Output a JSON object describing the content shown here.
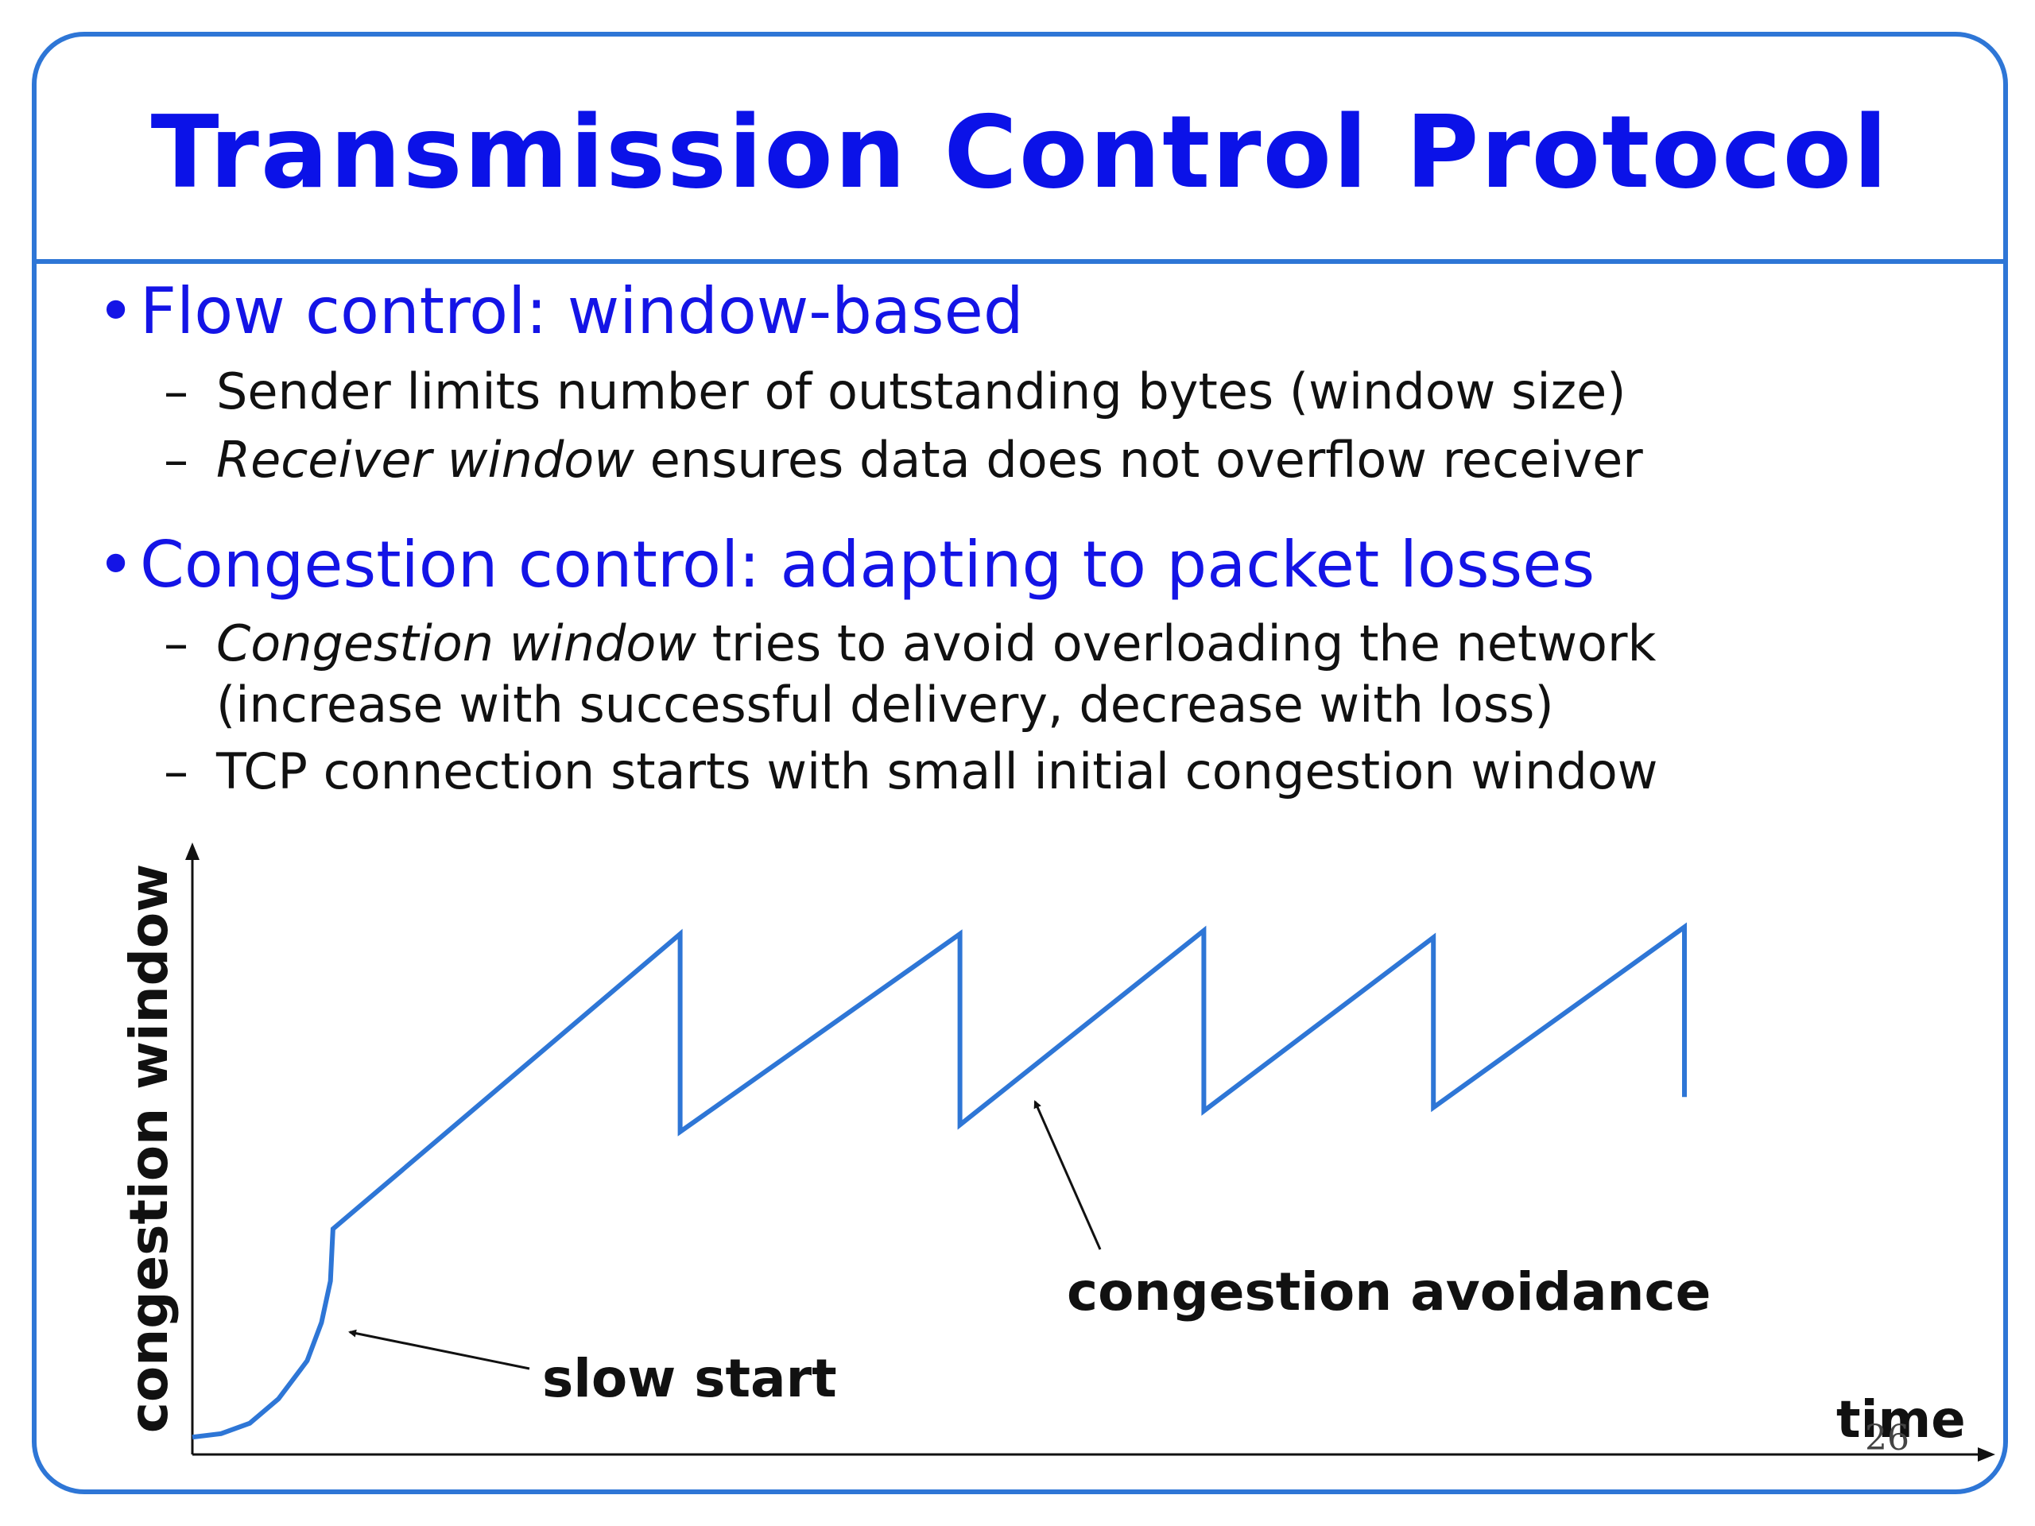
{
  "slide": {
    "title": "Transmission Control Protocol",
    "bullets": [
      {
        "text": "Flow control: window-based",
        "subs": [
          {
            "prefix_italic": "",
            "text": "Sender limits number of outstanding bytes (window size)"
          },
          {
            "prefix_italic": "Receiver window",
            "text": " ensures data does not overflow receiver"
          }
        ]
      },
      {
        "text": "Congestion control: adapting to packet losses",
        "subs": [
          {
            "prefix_italic": "Congestion window",
            "text": " tries to avoid overloading the network",
            "line2": "(increase with successful delivery, decrease with loss)"
          },
          {
            "prefix_italic": "",
            "text": "TCP connection starts with small initial congestion window"
          }
        ]
      }
    ],
    "bullet_symbol": "•",
    "dash_symbol": "–",
    "page_number": "26"
  },
  "chart_data": {
    "type": "line",
    "xlabel": "time",
    "ylabel": "congestion window",
    "annotations": [
      "slow start",
      "congestion avoidance"
    ],
    "series": [
      {
        "points": [
          [
            0,
            0.05
          ],
          [
            0.8,
            0.06
          ],
          [
            1.6,
            0.09
          ],
          [
            2.4,
            0.16
          ],
          [
            3.2,
            0.27
          ],
          [
            3.6,
            0.38
          ],
          [
            3.85,
            0.5
          ],
          [
            3.9,
            0.61
          ],
          [
            3.92,
            0.65
          ],
          [
            13.6,
            1.5
          ],
          [
            13.6,
            0.93
          ],
          [
            21.4,
            1.5
          ],
          [
            21.4,
            0.95
          ],
          [
            28.2,
            1.51
          ],
          [
            28.2,
            0.99
          ],
          [
            34.6,
            1.49
          ],
          [
            34.6,
            1.0
          ],
          [
            41.6,
            1.52
          ],
          [
            41.6,
            1.03
          ]
        ]
      }
    ],
    "xlim": [
      0,
      50
    ],
    "ylim": [
      0,
      1.75
    ],
    "colors": {
      "line": "#2e76d6",
      "axes": "#111111"
    }
  }
}
